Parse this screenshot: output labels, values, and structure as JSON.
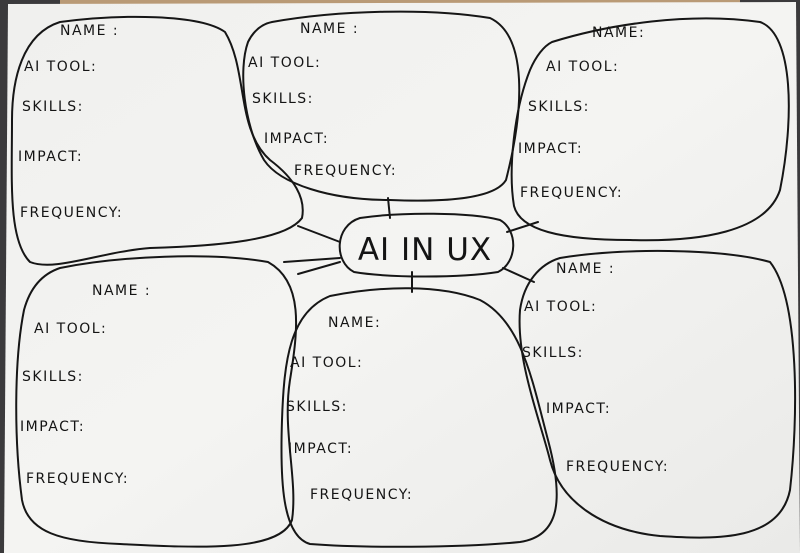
{
  "center": {
    "title": "AI IN UX"
  },
  "bubbles": [
    {
      "name": "NAME :",
      "ai_tool": "AI TOOL:",
      "skills": "SKILLS:",
      "impact": "IMPACT:",
      "frequency": "FREQUENCY:"
    },
    {
      "name": "NAME :",
      "ai_tool": "AI TOOL:",
      "skills": "SKILLS:",
      "impact": "IMPACT:",
      "frequency": "FREQUENCY:"
    },
    {
      "name": "NAME:",
      "ai_tool": "AI TOOL:",
      "skills": "SKILLS:",
      "impact": "IMPACT:",
      "frequency": "FREQUENCY:"
    },
    {
      "name": "NAME :",
      "ai_tool": "AI TOOL:",
      "skills": "SKILLS:",
      "impact": "IMPACT:",
      "frequency": "FREQUENCY:"
    },
    {
      "name": "NAME:",
      "ai_tool": "AI TOOL:",
      "skills": "SKILLS:",
      "impact": "IMPACT:",
      "frequency": "FREQUENCY:"
    },
    {
      "name": "NAME :",
      "ai_tool": "AI TOOL:",
      "skills": "SKILLS:",
      "impact": "IMPACT:",
      "frequency": "FREQUENCY:"
    }
  ],
  "colors": {
    "paper": "#f2f2f0",
    "ink": "#141414",
    "table": "#3b3a3c",
    "wood": "#b99a76"
  }
}
